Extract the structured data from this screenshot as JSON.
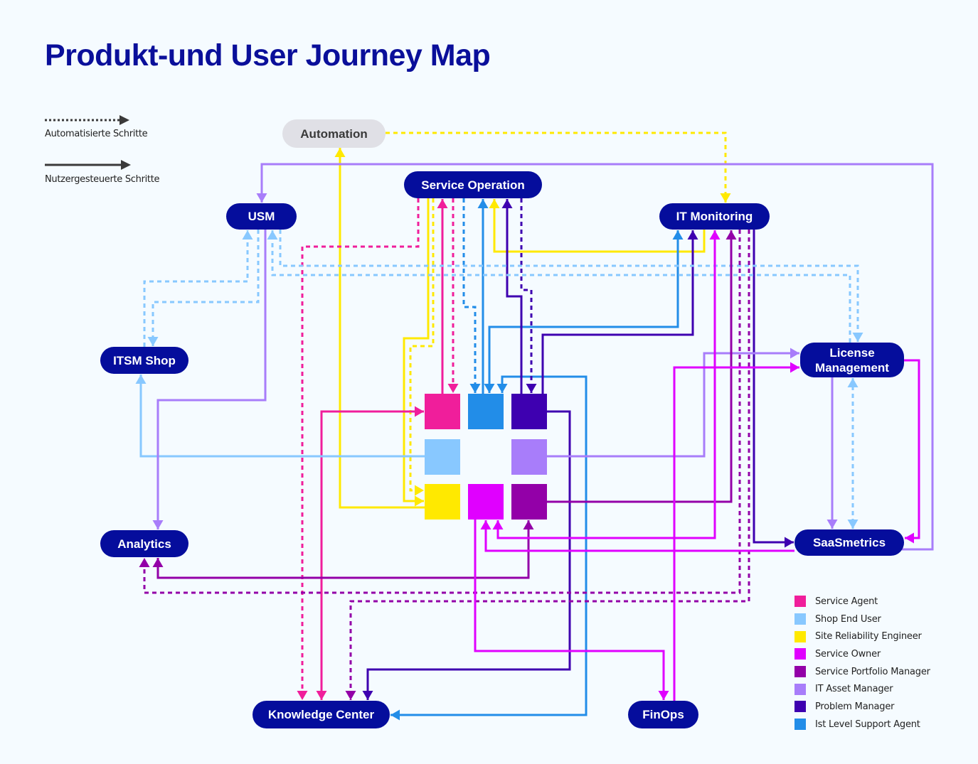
{
  "title": "Produkt-und User Journey Map",
  "step_legend": {
    "automated_label": "Automatisierte Schritte",
    "user_label": "Nutzergesteuerte Schritte",
    "arrow_color": "#3a3a3a"
  },
  "nodes": {
    "automation": "Automation",
    "service_operation": "Service Operation",
    "usm": "USM",
    "it_monitoring": "IT Monitoring",
    "itsm_shop": "ITSM Shop",
    "license_management": "License Management",
    "analytics": "Analytics",
    "saasmetrics": "SaaSmetrics",
    "knowledge_center": "Knowledge Center",
    "finops": "FinOps"
  },
  "colors": {
    "node_bg": "#050d9c",
    "node_text": "#ffffff",
    "automation_bg": "#e0e0e6",
    "title": "#0a0f9a",
    "background": "#f5fbff"
  },
  "roles": [
    {
      "key": "sa",
      "label": "Service Agent",
      "color": "#f01e9b"
    },
    {
      "key": "seu",
      "label": "Shop End User",
      "color": "#88c8ff"
    },
    {
      "key": "sre",
      "label": "Site Reliability Engineer",
      "color": "#ffe900"
    },
    {
      "key": "so",
      "label": "Service Owner",
      "color": "#e000ff"
    },
    {
      "key": "spm",
      "label": "Service Portfolio Manager",
      "color": "#9300a8"
    },
    {
      "key": "itam",
      "label": "IT Asset Manager",
      "color": "#a87dfa"
    },
    {
      "key": "pm",
      "label": "Problem Manager",
      "color": "#3e00b0"
    },
    {
      "key": "fls",
      "label": "Ist Level Support Agent",
      "color": "#228de8"
    }
  ],
  "connections": [
    {
      "id": "c1",
      "from": "Automation",
      "to": "IT Monitoring",
      "role": "sre",
      "kind": "automated"
    },
    {
      "id": "c2",
      "from": "Site Reliability Engineer",
      "to": "Automation",
      "role": "sre",
      "kind": "user"
    },
    {
      "id": "c3",
      "from": "Service Operation",
      "to": "Site Reliability Engineer",
      "role": "sre",
      "kind": "user"
    },
    {
      "id": "c4",
      "from": "Service Operation",
      "to": "Site Reliability Engineer",
      "role": "sre",
      "kind": "automated"
    },
    {
      "id": "c5",
      "from": "IT Monitoring",
      "to": "Service Operation",
      "role": "sre",
      "kind": "user"
    },
    {
      "id": "c6",
      "from": "Service Agent",
      "to": "Service Operation",
      "role": "sa",
      "kind": "user"
    },
    {
      "id": "c7",
      "from": "Service Operation",
      "to": "Service Agent",
      "role": "sa",
      "kind": "automated"
    },
    {
      "id": "c8",
      "from": "Service Operation",
      "to": "Knowledge Center",
      "role": "sa",
      "kind": "automated"
    },
    {
      "id": "c9",
      "from": "Service Agent",
      "to": "Knowledge Center",
      "role": "sa",
      "kind": "user",
      "bidirectional": true
    },
    {
      "id": "c10",
      "from": "Service Operation",
      "to": "Ist Level Support Agent",
      "role": "fls",
      "kind": "automated"
    },
    {
      "id": "c11",
      "from": "Ist Level Support Agent",
      "to": "Service Operation",
      "role": "fls",
      "kind": "user"
    },
    {
      "id": "c12",
      "from": "Ist Level Support Agent",
      "to": "IT Monitoring",
      "role": "fls",
      "kind": "user",
      "bidirectional": true
    },
    {
      "id": "c13",
      "from": "Ist Level Support Agent",
      "to": "Knowledge Center",
      "role": "fls",
      "kind": "user",
      "bidirectional": true
    },
    {
      "id": "c14",
      "from": "Problem Manager",
      "to": "Service Operation",
      "role": "pm",
      "kind": "user"
    },
    {
      "id": "c15",
      "from": "Service Operation",
      "to": "Problem Manager",
      "role": "pm",
      "kind": "automated"
    },
    {
      "id": "c16",
      "from": "Problem Manager",
      "to": "IT Monitoring",
      "role": "pm",
      "kind": "user"
    },
    {
      "id": "c17",
      "from": "Problem Manager",
      "to": "Knowledge Center",
      "role": "pm",
      "kind": "user"
    },
    {
      "id": "c18",
      "from": "IT Monitoring",
      "to": "SaaSmetrics",
      "role": "pm",
      "kind": "user"
    },
    {
      "id": "c19",
      "from": "Shop End User",
      "to": "ITSM Shop",
      "role": "seu",
      "kind": "user"
    },
    {
      "id": "c20",
      "from": "ITSM Shop",
      "to": "USM",
      "role": "seu",
      "kind": "automated"
    },
    {
      "id": "c21",
      "from": "USM",
      "to": "ITSM Shop",
      "role": "seu",
      "kind": "automated"
    },
    {
      "id": "c22",
      "from": "USM",
      "to": "License Management",
      "role": "seu",
      "kind": "automated"
    },
    {
      "id": "c23",
      "from": "License Management",
      "to": "USM",
      "role": "seu",
      "kind": "automated"
    },
    {
      "id": "c24",
      "from": "License Management",
      "to": "SaaSmetrics",
      "role": "seu",
      "kind": "automated",
      "bidirectional": true
    },
    {
      "id": "c25",
      "from": "USM",
      "to": "Analytics",
      "role": "itam",
      "kind": "user"
    },
    {
      "id": "c26",
      "from": "IT Asset Manager",
      "to": "License Management",
      "role": "itam",
      "kind": "user"
    },
    {
      "id": "c27",
      "from": "License Management",
      "to": "SaaSmetrics",
      "role": "itam",
      "kind": "user"
    },
    {
      "id": "c28",
      "from": "SaaSmetrics",
      "to": "USM",
      "role": "itam",
      "kind": "user"
    },
    {
      "id": "c29",
      "from": "Service Portfolio Manager",
      "to": "IT Monitoring",
      "role": "spm",
      "kind": "user"
    },
    {
      "id": "c30",
      "from": "Service Portfolio Manager",
      "to": "Analytics",
      "role": "spm",
      "kind": "user",
      "bidirectional": true
    },
    {
      "id": "c31",
      "from": "IT Monitoring",
      "to": "Analytics",
      "role": "spm",
      "kind": "automated"
    },
    {
      "id": "c32",
      "from": "IT Monitoring",
      "to": "Knowledge Center",
      "role": "spm",
      "kind": "automated"
    },
    {
      "id": "c33",
      "from": "Service Owner",
      "to": "FinOps",
      "role": "so",
      "kind": "user"
    },
    {
      "id": "c34",
      "from": "Service Owner",
      "to": "IT Monitoring",
      "role": "so",
      "kind": "user",
      "bidirectional": true
    },
    {
      "id": "c35",
      "from": "SaaSmetrics",
      "to": "Service Owner",
      "role": "so",
      "kind": "user"
    },
    {
      "id": "c36",
      "from": "FinOps",
      "to": "License Management",
      "role": "so",
      "kind": "user"
    },
    {
      "id": "c37",
      "from": "License Management",
      "to": "SaaSmetrics",
      "role": "so",
      "kind": "user"
    }
  ]
}
